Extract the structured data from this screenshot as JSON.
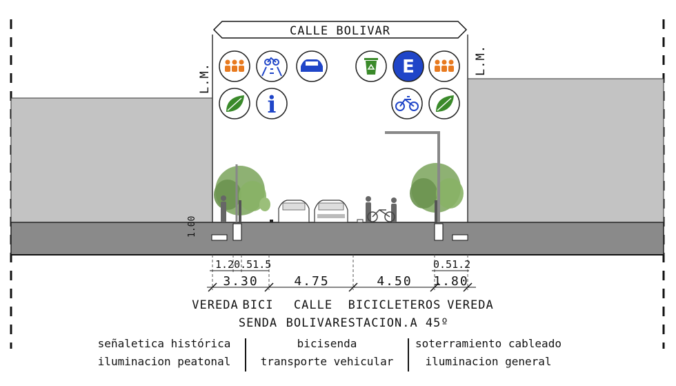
{
  "title": "CALLE BOLIVAR",
  "lm_label": "L.M.",
  "sidewalk_height": "1.00",
  "small_dims": {
    "left": "1.20.51.5",
    "right": "0.51.2"
  },
  "dimensions": [
    "3.30",
    "4.75",
    "4.50",
    "1.80"
  ],
  "zone_labels": [
    {
      "line1": "VEREDA",
      "line2": ""
    },
    {
      "line1": "BICI",
      "line2": "SENDA"
    },
    {
      "line1": "CALLE",
      "line2": "BOLIVAR"
    },
    {
      "line1": "BICICLETEROS",
      "line2": "ESTACION.A 45º"
    },
    {
      "line1": "VEREDA",
      "line2": ""
    }
  ],
  "footer": [
    {
      "line1": "señaletica histórica",
      "line2": "iluminacion peatonal"
    },
    {
      "line1": "bicisenda",
      "line2": "transporte vehicular"
    },
    {
      "line1": "soterramiento cableado",
      "line2": "iluminacion general"
    }
  ],
  "parking_sign_letter": "E",
  "info_sign_letter": "i",
  "icons": [
    "people-icon",
    "bike-lane-icon",
    "car-icon",
    "recycle-bin-icon",
    "parking-icon",
    "people-icon",
    "leaf-icon",
    "info-icon",
    "bicycle-icon",
    "leaf-icon"
  ],
  "colors": {
    "building": "#c3c3c3",
    "ground": "#8a8a8a",
    "orange": "#e87a1f",
    "blue": "#1f45c8",
    "green": "#3a8a2a",
    "tree": "#7aa35a"
  }
}
